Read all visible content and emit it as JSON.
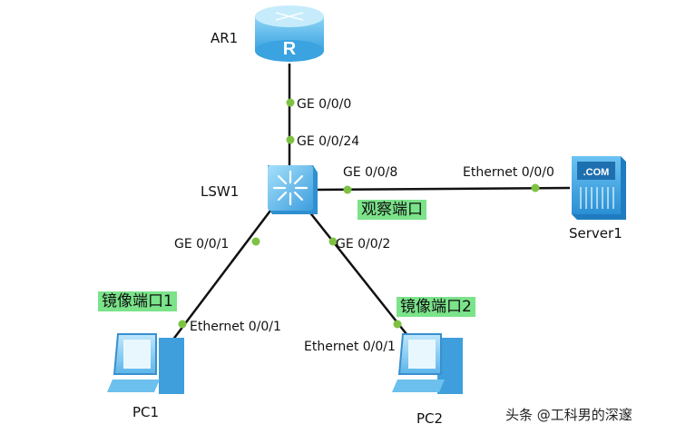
{
  "devices": {
    "router": "AR1",
    "switch": "LSW1",
    "server": "Server1",
    "pc1": "PC1",
    "pc2": "PC2",
    "server_screen_text": ".COM"
  },
  "ports": {
    "ar1_ge000": "GE 0/0/0",
    "lsw1_ge0024": "GE 0/0/24",
    "lsw1_ge008": "GE 0/0/8",
    "server_eth000": "Ethernet 0/0/0",
    "lsw1_ge001": "GE 0/0/1",
    "lsw1_ge002": "GE 0/0/2",
    "pc1_eth001": "Ethernet 0/0/1",
    "pc2_eth001": "Ethernet 0/0/1"
  },
  "highlights": {
    "observe_port": "观察端口",
    "mirror_port1": "镜像端口1",
    "mirror_port2": "镜像端口2"
  },
  "watermark": "头条 @工科男的深邃",
  "colors": {
    "link": "#111111",
    "port_dot": "#7dc242",
    "highlight": "#7be38a",
    "device_blue": "#4fb3ea"
  }
}
